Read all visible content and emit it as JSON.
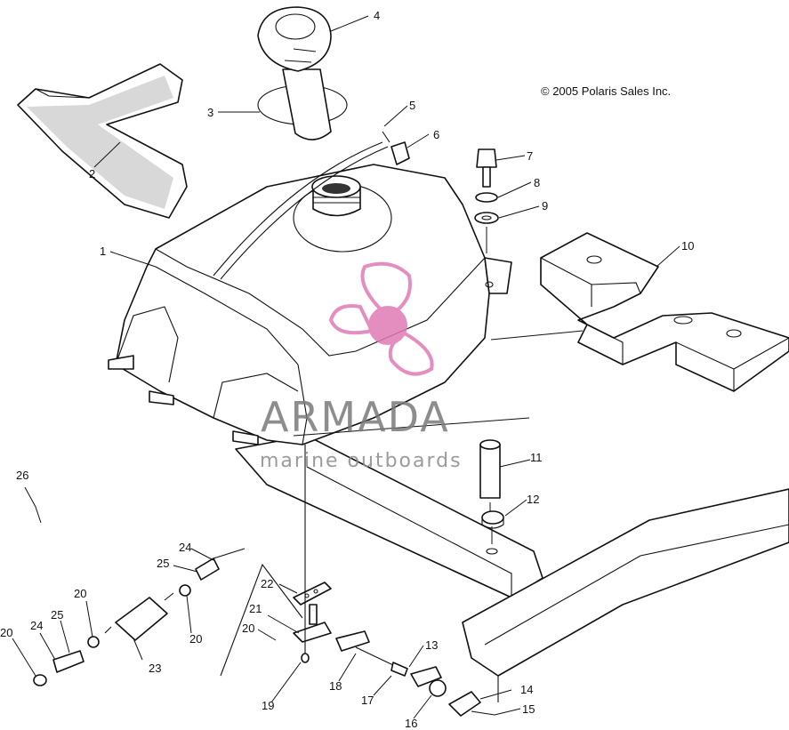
{
  "copyright": "© 2005 Polaris Sales Inc.",
  "watermark": {
    "brand": "ARMADA",
    "tagline": "marine outboards",
    "color": "#e07ab4"
  },
  "callouts": [
    "1",
    "2",
    "3",
    "4",
    "5",
    "6",
    "7",
    "8",
    "9",
    "10",
    "11",
    "12",
    "13",
    "14",
    "15",
    "16",
    "17",
    "18",
    "19",
    "20",
    "21",
    "22",
    "23",
    "24",
    "25",
    "26"
  ],
  "callouts_repeat": [
    "20",
    "20",
    "20",
    "24",
    "25"
  ]
}
